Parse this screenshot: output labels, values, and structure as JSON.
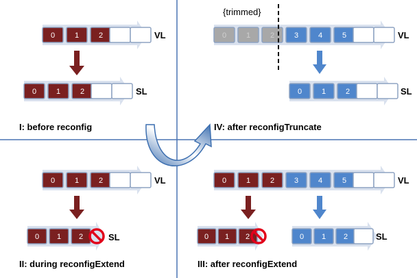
{
  "colors": {
    "dark_cell": "#7a2020",
    "blue_cell": "#4f86cc",
    "gray_cell": "#a8a8a8",
    "chevron": "#d9e1ee",
    "empty_cell": "#ffffff",
    "cell_border": "#8ea3c2",
    "divider": "#4a74b4",
    "down_arrow_dark": "#7a2020",
    "down_arrow_blue": "#4f86cc",
    "no_symbol": "#e1001a"
  },
  "quadrants": {
    "q1": {
      "caption": "I: before reconfig",
      "vl": {
        "tag": "VL",
        "cells": [
          "0",
          "1",
          "2"
        ]
      },
      "sl": {
        "tag": "SL",
        "cells": [
          "0",
          "1",
          "2"
        ]
      }
    },
    "q2": {
      "caption": "II: during reconfigExtend",
      "vl": {
        "tag": "VL",
        "cells": [
          "0",
          "1",
          "2"
        ]
      },
      "sl": {
        "tag": "SL",
        "cells": [
          "0",
          "1",
          "2"
        ]
      }
    },
    "q3": {
      "caption": "III: after reconfigExtend",
      "vl": {
        "tag": "VL",
        "dark_cells": [
          "0",
          "1",
          "2"
        ],
        "blue_cells": [
          "3",
          "4",
          "5"
        ]
      },
      "old_sl": {
        "cells": [
          "0",
          "1",
          "2"
        ]
      },
      "new_sl": {
        "tag": "SL",
        "cells": [
          "0",
          "1",
          "2"
        ]
      }
    },
    "q4": {
      "caption": "IV: after reconfigTruncate",
      "trimmed_label": "{trimmed}",
      "vl": {
        "tag": "VL",
        "gray_cells": [
          "0",
          "1",
          "2"
        ],
        "blue_cells": [
          "3",
          "4",
          "5"
        ]
      },
      "sl": {
        "tag": "SL",
        "cells": [
          "0",
          "1",
          "2"
        ]
      }
    }
  },
  "icons": [
    "down-arrow-icon",
    "no-entry-icon",
    "curved-transition-arrow-icon"
  ]
}
